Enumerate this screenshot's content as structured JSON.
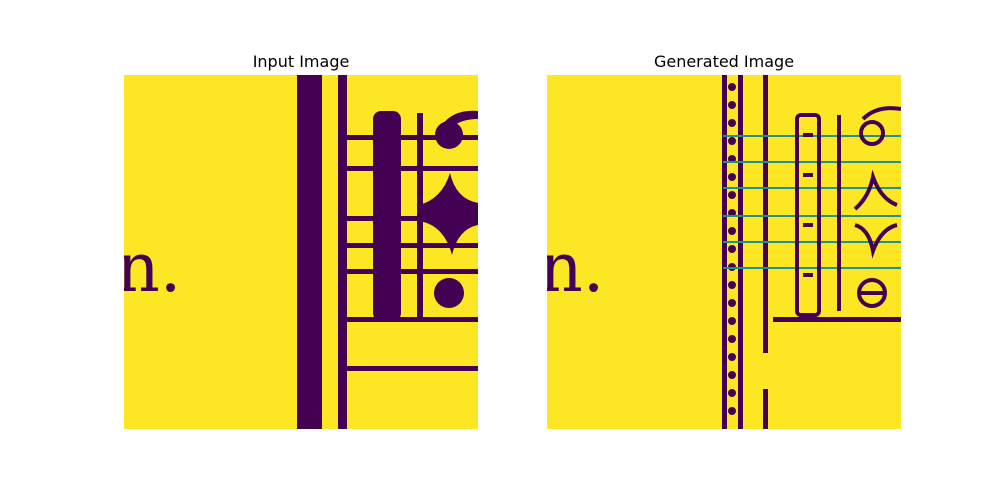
{
  "figure": {
    "left_panel": {
      "title": "Input Image"
    },
    "right_panel": {
      "title": "Generated Image"
    }
  },
  "colors": {
    "background": "#fde725",
    "ink": "#440154",
    "edge": "#21918c"
  },
  "content": {
    "visible_text_fragment": "n."
  }
}
